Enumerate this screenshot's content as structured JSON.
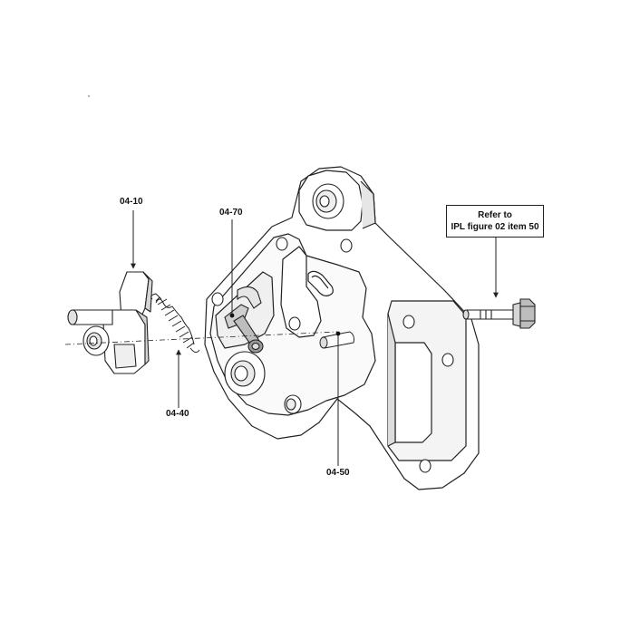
{
  "diagram": {
    "callouts": {
      "c1": "04-10",
      "c2": "04-70",
      "c3": "04-40",
      "c4": "04-50"
    },
    "reference_note": {
      "line1": "Refer to",
      "line2": "IPL figure 02 item 50"
    },
    "colors": {
      "line": "#222222",
      "part_fill": "#ffffff",
      "shade": "#d9d9d9",
      "dark_shade": "#9a9a9a"
    }
  }
}
